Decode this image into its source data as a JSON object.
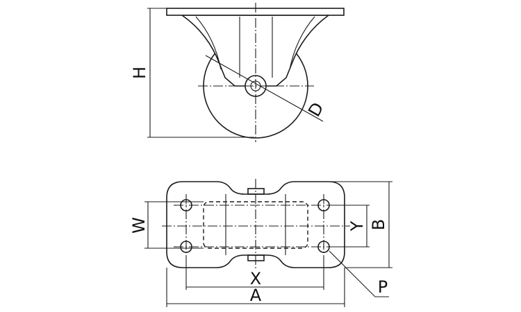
{
  "labels": {
    "height": "H",
    "diameter": "D",
    "width": "W",
    "hole_spacing_y": "Y",
    "plate_width": "B",
    "hole_spacing_x": "X",
    "plate_length": "A",
    "bolt_hole": "P"
  }
}
